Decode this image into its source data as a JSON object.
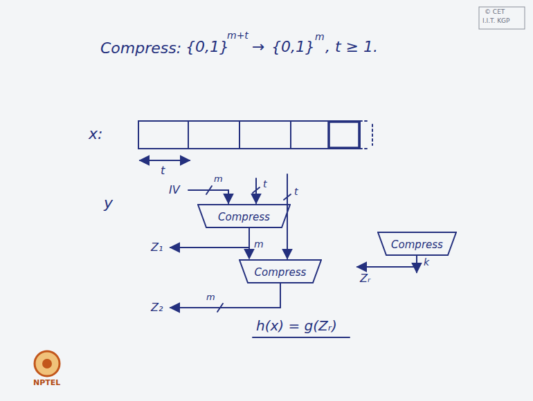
{
  "diagram": {
    "nodes": [
      {
        "text": [
          "Compress"
        ]
      },
      {
        "text": [
          "Compress"
        ]
      },
      {
        "text": [
          "Compress"
        ]
      }
    ],
    "edges": [
      {
        "from": 0,
        "to": 1,
        "arrow": "to",
        "label": "m"
      }
    ],
    "labels": [
      "© CET",
      "I.I.T. KGP",
      "Compress:",
      "{0,1}",
      "m+t",
      "→",
      "{0,1}",
      "m",
      ", t ≥ 1.",
      "x:",
      "t",
      "y",
      "IV",
      "m",
      "t",
      "t",
      "Z₁",
      "Z₂",
      "m",
      "h(x) = g(Zᵣ)",
      "k",
      "Zᵣ",
      "NPTEL"
    ]
  }
}
